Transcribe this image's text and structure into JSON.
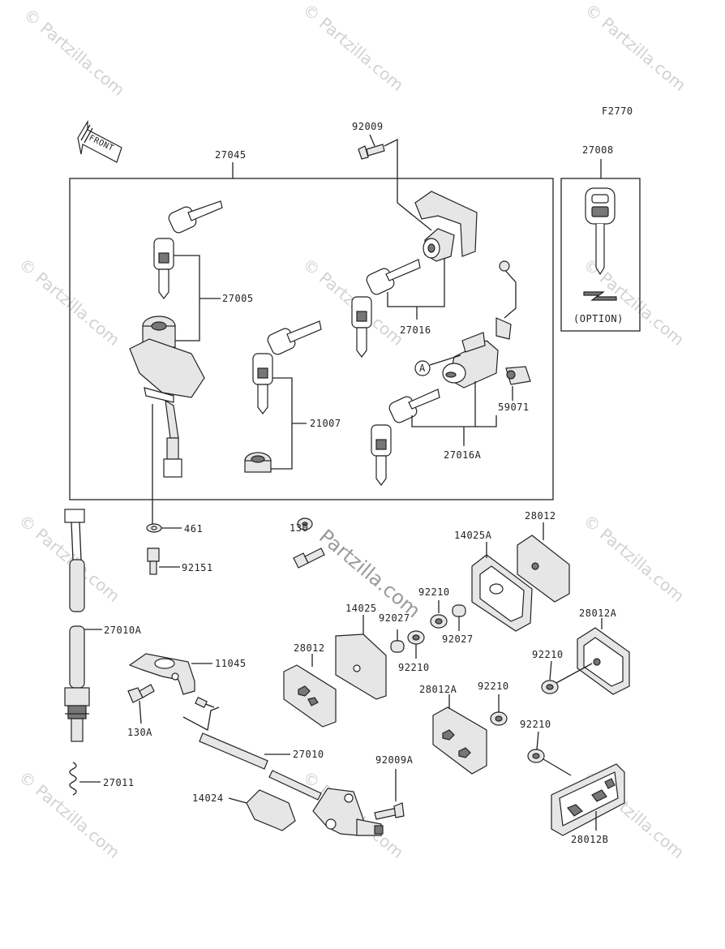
{
  "figure_code": "F2770",
  "front_label": "FRONT",
  "option_label": "(OPTION)",
  "callout_a": "A",
  "watermark": "© Partzilla.com",
  "center_watermark": "Partzilla.com",
  "labels": {
    "p92009": "92009",
    "p27045": "27045",
    "p27008": "27008",
    "p27005": "27005",
    "p27016": "27016",
    "p21007": "21007",
    "p59071": "59071",
    "p27016A": "27016A",
    "p461": "461",
    "p130": "130",
    "p92151": "92151",
    "p28012_top": "28012",
    "p14025A": "14025A",
    "p92210_a": "92210",
    "p92027_a": "92027",
    "p14025": "14025",
    "p92027_b": "92027",
    "p28012_mid": "28012",
    "p92210_b": "92210",
    "p28012A_right": "28012A",
    "p92210_c": "92210",
    "p27010A": "27010A",
    "p11045": "11045",
    "p130A": "130A",
    "p28012A_mid": "28012A",
    "p92210_d": "92210",
    "p27010": "27010",
    "p92009A": "92009A",
    "p92210_e": "92210",
    "p27011": "27011",
    "p14024": "14024",
    "p28012B": "28012B"
  }
}
